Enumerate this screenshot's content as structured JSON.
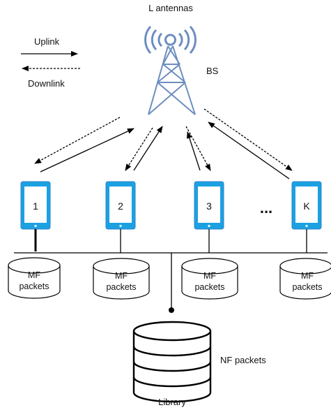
{
  "labels": {
    "antennas": "L antennas",
    "bs": "BS",
    "uplink": "Uplink",
    "downlink": "Downlink",
    "nf_packets": "NF packets",
    "library": "Library",
    "ellipsis": "..."
  },
  "users": [
    {
      "id": "1",
      "cache": [
        "MF",
        "packets"
      ]
    },
    {
      "id": "2",
      "cache": [
        "MF",
        "packets"
      ]
    },
    {
      "id": "3",
      "cache": [
        "MF",
        "packets"
      ]
    },
    {
      "id": "K",
      "cache": [
        "MF",
        "packets"
      ]
    }
  ],
  "colors": {
    "tower": "#6c8ebf",
    "device_fill": "#1ba1e2",
    "device_border": "#2c82c9",
    "line": "#000000"
  }
}
